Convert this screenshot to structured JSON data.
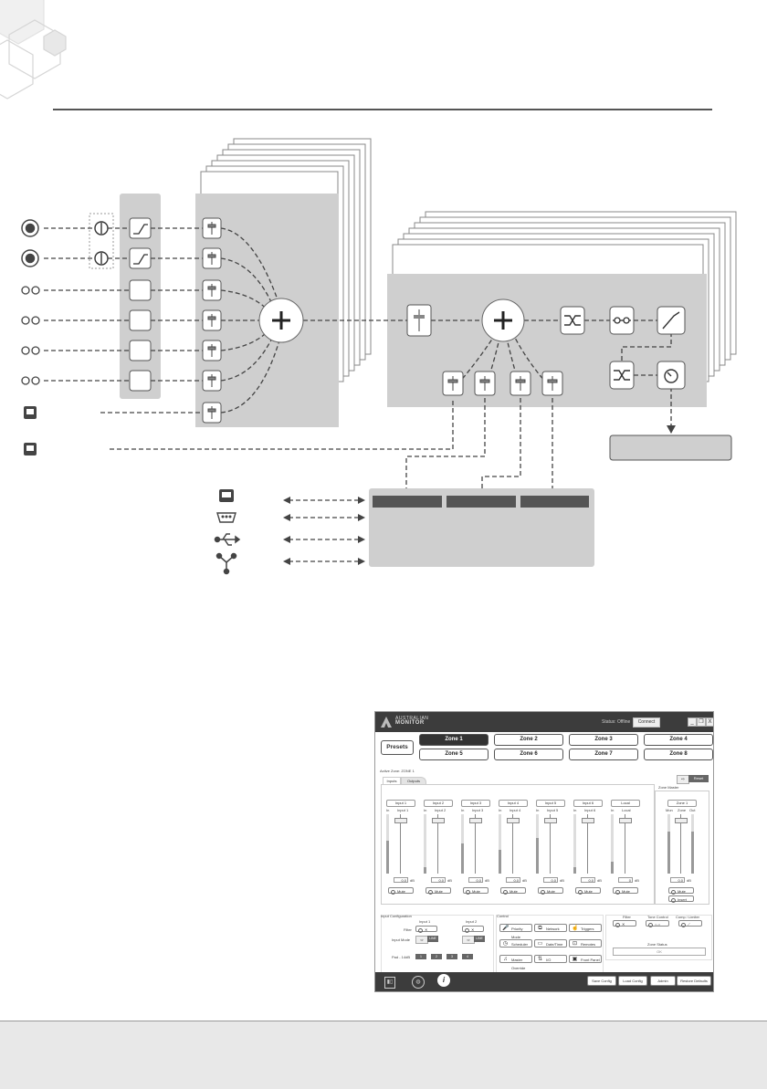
{
  "app": {
    "brand_line1": "AUSTRALIAN",
    "brand_line2": "MONITOR",
    "status": "Status: Offline",
    "connect_label": "Connect",
    "minimize": "_",
    "restore": "❐",
    "close": "X",
    "presets_label": "Presets",
    "zones": [
      "Zone 1",
      "Zone 2",
      "Zone 3",
      "Zone 4",
      "Zone 5",
      "Zone 6",
      "Zone 7",
      "Zone 8"
    ],
    "active_zone_index": 0,
    "active_zone_text": "Active Zone: ZONE 1",
    "tabs": [
      "Inputs",
      "Outputs"
    ],
    "reset_label": "Reset",
    "zone_master_title": "Zone Master",
    "channels": [
      {
        "label": "Input 1",
        "sub": "Input 1",
        "db": "0.0",
        "level": 0.55
      },
      {
        "label": "Input 2",
        "sub": "Input 2",
        "db": "0.0",
        "level": 0.1
      },
      {
        "label": "Input 3",
        "sub": "Input 3",
        "db": "0.0",
        "level": 0.5
      },
      {
        "label": "Input 4",
        "sub": "Input 4",
        "db": "0.0",
        "level": 0.4
      },
      {
        "label": "Input 5",
        "sub": "Input 5",
        "db": "0.0",
        "level": 0.6
      },
      {
        "label": "Input 6",
        "sub": "Input 6",
        "db": "0.0",
        "level": 0.1
      },
      {
        "label": "Local",
        "sub": "Local",
        "db": "0",
        "level": 0.2
      }
    ],
    "db_unit": "dB",
    "meter_head": "In",
    "mute_label": "Mute",
    "master": {
      "label": "Zone 1",
      "db": "0.0",
      "mute": "Mute",
      "insert": "Insert",
      "head_left": "Mon",
      "head_mid": "Zone",
      "head_right": "Out",
      "level": 0.7
    },
    "input_config": {
      "title": "Input Configuration",
      "col1": "Input 1",
      "col2": "Input 2",
      "filter_label": "Filter",
      "input_mode_label": "Input Mode",
      "line_label": "LINE",
      "pad_label": "Pad - 14dB",
      "pads": [
        "1",
        "2",
        "3",
        "4"
      ]
    },
    "control": {
      "title": "Control",
      "buttons": [
        {
          "icon": "🎤",
          "label": "Priority Mode"
        },
        {
          "icon": "⧉",
          "label": "Network"
        },
        {
          "icon": "☝",
          "label": "Triggers"
        },
        {
          "icon": "◷",
          "label": "Scheduler"
        },
        {
          "icon": "▭",
          "label": "Date/Time"
        },
        {
          "icon": "⊡",
          "label": "Remotes"
        },
        {
          "icon": "♫",
          "label": "Master Override"
        },
        {
          "icon": "⇅",
          "label": "I/O"
        },
        {
          "icon": "▣",
          "label": "Front Panel"
        }
      ]
    },
    "output": {
      "filter": "Filter",
      "tone": "Tone Control",
      "comp": "Comp / Limiter",
      "zone_status": "Zone Status",
      "ok": "OK"
    },
    "footer": [
      "Save Config",
      "Load Config",
      "Admin",
      "Restore Defaults"
    ]
  }
}
